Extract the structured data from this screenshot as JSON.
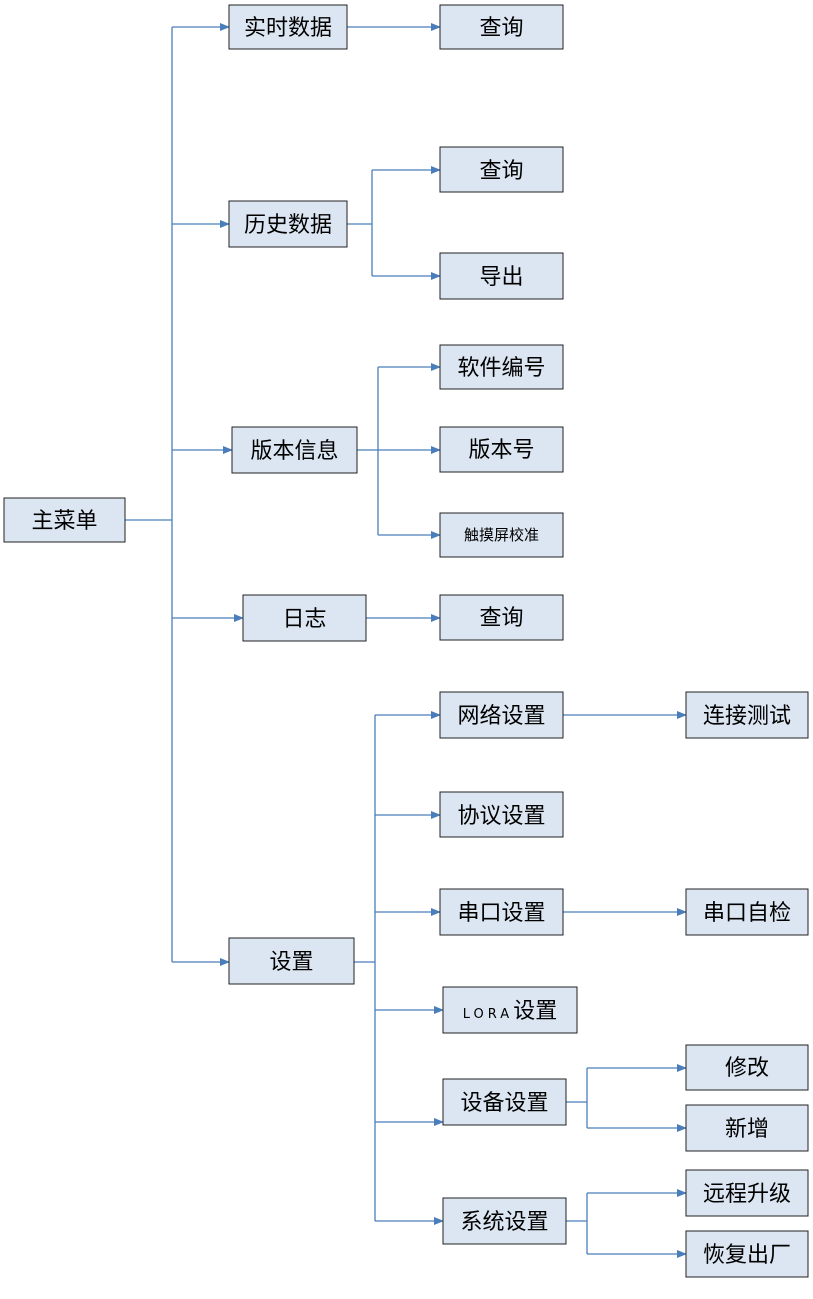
{
  "colors": {
    "box_fill": "#dce6f2",
    "box_border": "#222222",
    "connector": "#4a7ebb"
  },
  "root": {
    "label": "主菜单"
  },
  "realtime": {
    "label": "实时数据",
    "query": "查询"
  },
  "history": {
    "label": "历史数据",
    "query": "查询",
    "export": "导出"
  },
  "version": {
    "label": "版本信息",
    "software_no": "软件编号",
    "version_no": "版本号",
    "touch_calib": "触摸屏校准"
  },
  "log": {
    "label": "日志",
    "query": "查询"
  },
  "settings": {
    "label": "设置",
    "network": {
      "label": "网络设置",
      "connection_test": "连接测试"
    },
    "protocol": {
      "label": "协议设置"
    },
    "serial": {
      "label": "串口设置",
      "self_check": "串口自检"
    },
    "lora": {
      "prefix": "LORA",
      "suffix": "设置"
    },
    "device": {
      "label": "设备设置",
      "modify": "修改",
      "add": "新增"
    },
    "system": {
      "label": "系统设置",
      "remote_upgrade": "远程升级",
      "factory_reset": "恢复出厂"
    }
  }
}
